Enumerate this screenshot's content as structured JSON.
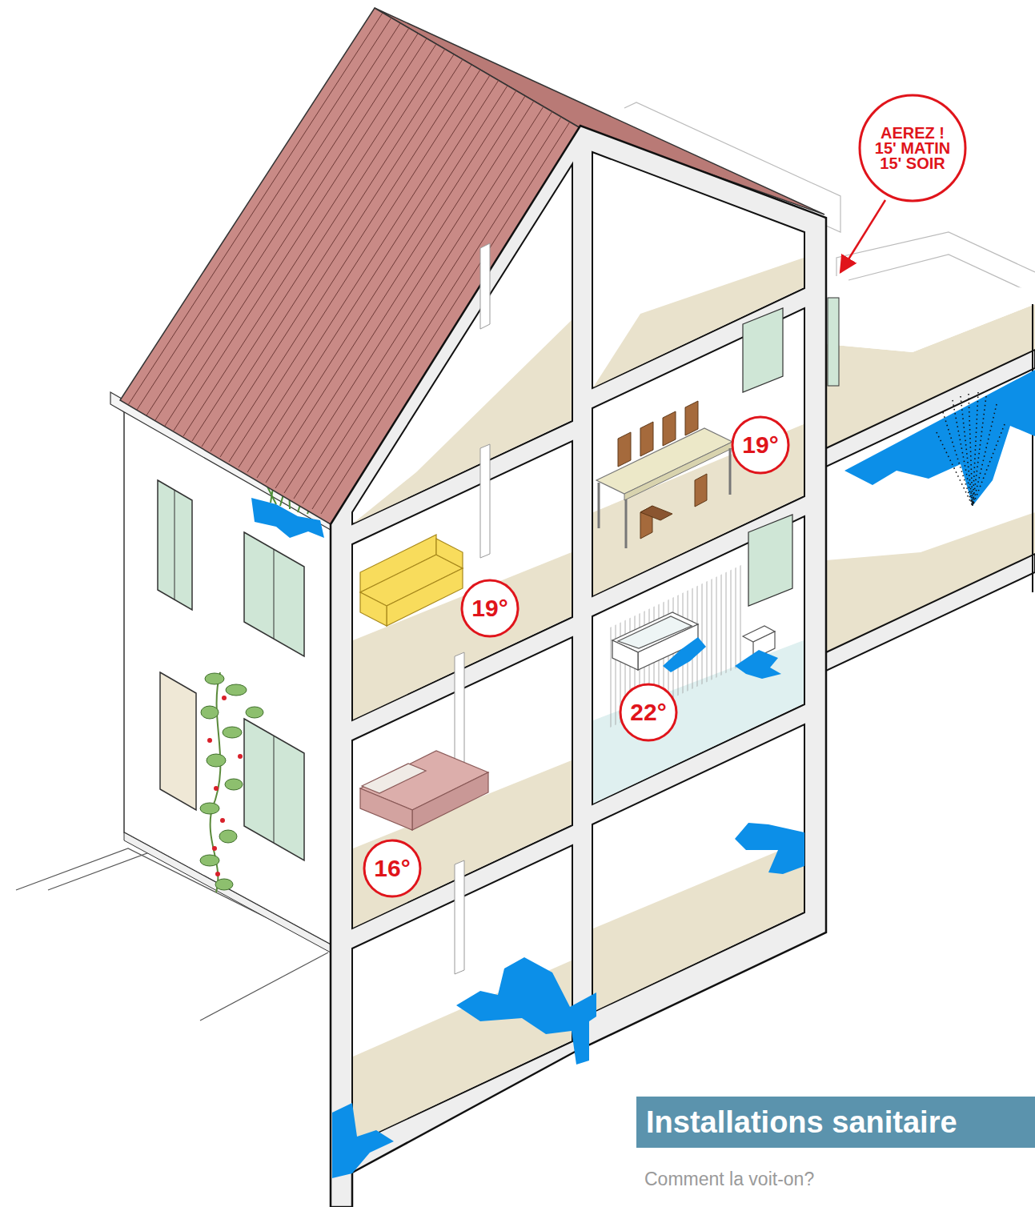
{
  "diagram": {
    "title": "Installations sanitaire",
    "nodes": [
      {
        "text": [
          "AEREZ ! 15' MATIN 15' SOIR"
        ]
      },
      {
        "text": [
          "19°"
        ]
      },
      {
        "text": [
          "19°"
        ]
      },
      {
        "text": [
          "22°"
        ]
      },
      {
        "text": [
          "16°"
        ]
      }
    ],
    "labels": [
      "Comment la voit-on?"
    ]
  }
}
